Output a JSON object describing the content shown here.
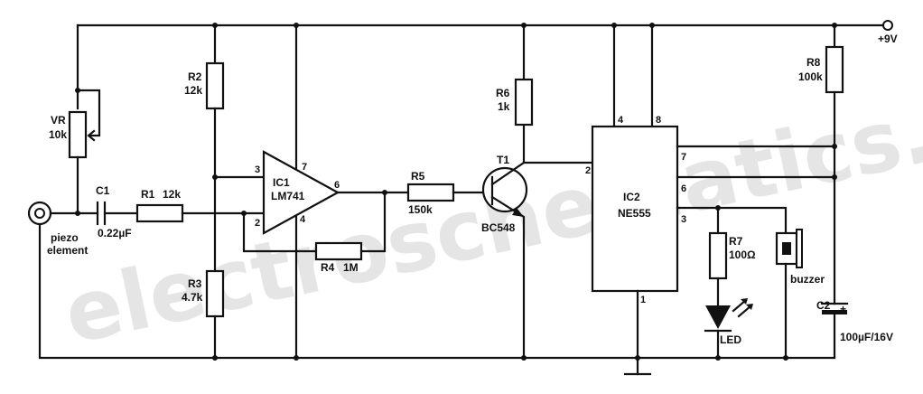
{
  "watermark": "electroschematics.com",
  "supply": "+9V",
  "components": {
    "VR": {
      "name": "VR",
      "value": "10k"
    },
    "R1": {
      "name": "R1",
      "value": "12k"
    },
    "R2": {
      "name": "R2",
      "value": "12k"
    },
    "R3": {
      "name": "R3",
      "value": "4.7k"
    },
    "R4": {
      "name": "R4",
      "value": "1M"
    },
    "R5": {
      "name": "R5",
      "value": "150k"
    },
    "R6": {
      "name": "R6",
      "value": "1k"
    },
    "R7": {
      "name": "R7",
      "value": "100Ω"
    },
    "R8": {
      "name": "R8",
      "value": "100k"
    },
    "C1": {
      "name": "C1",
      "value": "0.22µF"
    },
    "C2": {
      "name": "C2",
      "value": "100µF/16V"
    },
    "IC1": {
      "name": "IC1",
      "value": "LM741"
    },
    "IC2": {
      "name": "IC2",
      "value": "NE555"
    },
    "T1": {
      "name": "T1",
      "value": "BC548"
    },
    "LED": {
      "name": "LED"
    },
    "buzzer": {
      "name": "buzzer"
    },
    "piezo": {
      "line1": "piezo",
      "line2": "element"
    }
  },
  "pins": {
    "ic1": {
      "p3": "3",
      "p2": "2",
      "p7": "7",
      "p4": "4",
      "p6": "6"
    },
    "ic2": {
      "p4": "4",
      "p8": "8",
      "p7": "7",
      "p6": "6",
      "p2": "2",
      "p3": "3",
      "p1": "1"
    }
  },
  "c2_polarity": "+"
}
